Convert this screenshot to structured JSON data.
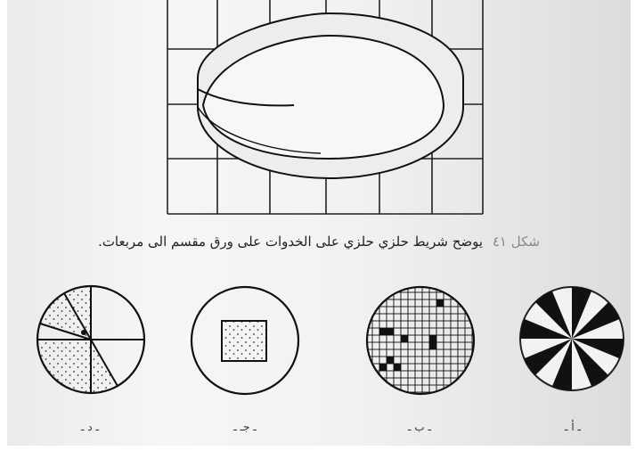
{
  "caption": {
    "number": "شكل ٤١",
    "text": "يوضح شريط حلزي حلزي على الخدوات على ورق مقسم الى مربعات."
  },
  "figures": [
    {
      "id": "a",
      "label": "ـ أ ـ",
      "description": "starburst disk"
    },
    {
      "id": "b",
      "label": "ـ ب ـ",
      "description": "grid disk with blacked squares"
    },
    {
      "id": "c",
      "label": "ـ جـ ـ",
      "description": "circle with stippled square"
    },
    {
      "id": "d",
      "label": "ـ د ـ",
      "description": "sectored circle with stippling"
    }
  ]
}
